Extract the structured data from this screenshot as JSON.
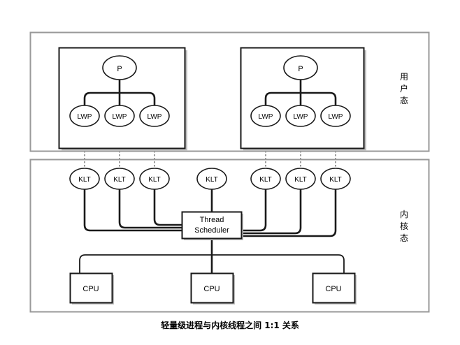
{
  "diagram": {
    "title": "轻量级进程与内核线程之间 1:1 关系",
    "colors": {
      "frame_stroke": "#999999",
      "node_stroke": "#1a1a1a",
      "shadow": "#bfbfbf",
      "link": "#1a1a1a",
      "dotted_link": "#9a9a9a",
      "text": "#000000",
      "background": "#ffffff"
    },
    "bands": [
      {
        "id": "user-mode",
        "label": "用户态"
      },
      {
        "id": "kernel-mode",
        "label": "内核态"
      }
    ],
    "processes": [
      {
        "id": "process-left",
        "root": {
          "label": "P"
        },
        "threads": [
          {
            "label": "LWP"
          },
          {
            "label": "LWP"
          },
          {
            "label": "LWP"
          }
        ]
      },
      {
        "id": "process-right",
        "root": {
          "label": "P"
        },
        "threads": [
          {
            "label": "LWP"
          },
          {
            "label": "LWP"
          },
          {
            "label": "LWP"
          }
        ]
      }
    ],
    "kernel_threads": [
      {
        "label": "KLT",
        "mapped": true
      },
      {
        "label": "KLT",
        "mapped": true
      },
      {
        "label": "KLT",
        "mapped": true
      },
      {
        "label": "KLT",
        "mapped": false
      },
      {
        "label": "KLT",
        "mapped": true
      },
      {
        "label": "KLT",
        "mapped": true
      },
      {
        "label": "KLT",
        "mapped": true
      }
    ],
    "scheduler": {
      "line1": "Thread",
      "line2": "Scheduler"
    },
    "cpus": [
      {
        "label": "CPU"
      },
      {
        "label": "CPU"
      },
      {
        "label": "CPU"
      }
    ]
  }
}
